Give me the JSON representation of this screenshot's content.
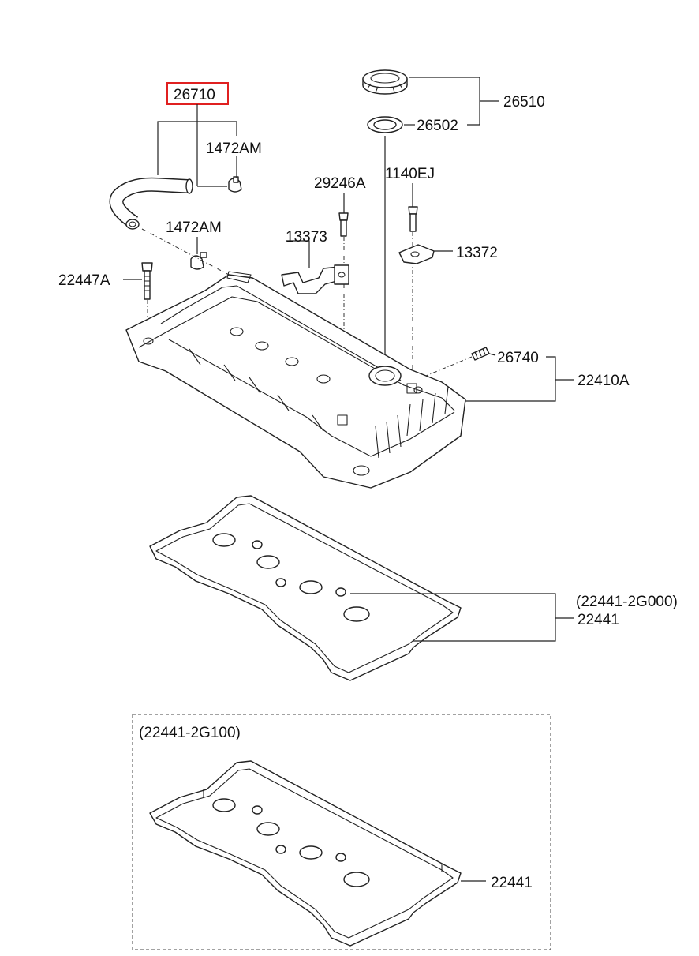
{
  "labels": {
    "hose": "26710",
    "clamp_upper": "1472AM",
    "clamp_lower": "1472AM",
    "bolt_left": "22447A",
    "bolt_29246a": "29246A",
    "bolt_1140ej": "1140EJ",
    "bracket_13373": "13373",
    "bracket_13372": "13372",
    "cap_assy": "26510",
    "cap_seal": "26502",
    "pcv_valve": "26740",
    "cover_assy": "22410A",
    "gasket_variant_a": "(22441-2G000)",
    "gasket_a": "22441",
    "gasket_variant_b": "(22441-2G100)",
    "gasket_b": "22441"
  },
  "highlight_color": "#e02020"
}
